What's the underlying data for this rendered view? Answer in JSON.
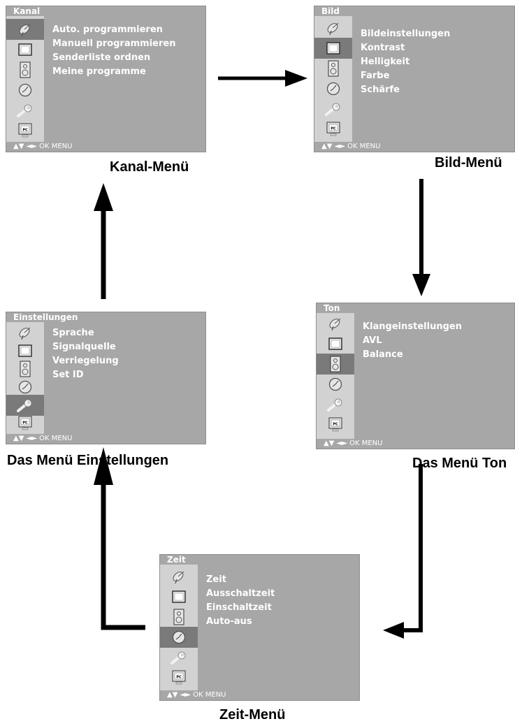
{
  "icon_set": [
    "satellite-icon",
    "picture-icon",
    "speaker-icon",
    "clock-icon",
    "wrench-icon",
    "tv-pc-icon"
  ],
  "footer_hint": "▲▼ ◄► OK  MENU",
  "pc_badge": "PC",
  "menus": {
    "kanal": {
      "title": "Kanal",
      "selected_icon": "satellite-icon",
      "items": [
        "Auto. programmieren",
        "Manuell programmieren",
        "Senderliste ordnen",
        "Meine programme"
      ],
      "caption": "Kanal-Menü"
    },
    "bild": {
      "title": "Bild",
      "selected_icon": "picture-icon",
      "items": [
        "Bildeinstellungen",
        "Kontrast",
        "Helligkeit",
        "Farbe",
        "Schärfe"
      ],
      "caption": "Bild-Menü"
    },
    "einstellungen": {
      "title": "Einstellungen",
      "selected_icon": "wrench-icon",
      "items": [
        "Sprache",
        "Signalquelle",
        "Verriegelung",
        "Set ID"
      ],
      "caption": "Das Menü Einstellungen"
    },
    "ton": {
      "title": "Ton",
      "selected_icon": "speaker-icon",
      "items": [
        "Klangeinstellungen",
        "AVL",
        "Balance"
      ],
      "caption": "Das Menü Ton"
    },
    "zeit": {
      "title": "Zeit",
      "selected_icon": "clock-icon",
      "items": [
        "Zeit",
        "Ausschaltzeit",
        "Einschaltzeit",
        "Auto-aus"
      ],
      "caption": "Zeit-Menü"
    }
  }
}
